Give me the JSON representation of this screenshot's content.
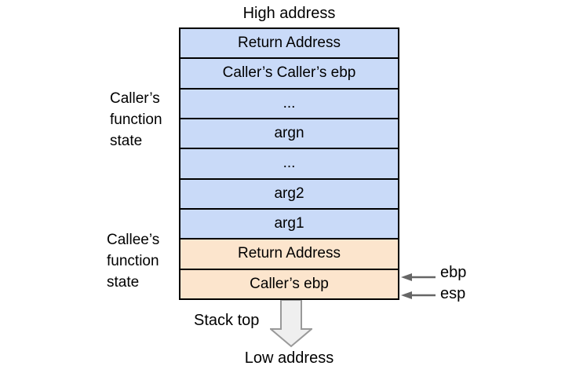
{
  "labels": {
    "high_address": "High address",
    "low_address": "Low address",
    "stack_top": "Stack top",
    "caller_state": "Caller’s\nfunction\nstate",
    "callee_state": "Callee’s\nfunction\nstate"
  },
  "stack": {
    "rows": [
      {
        "label": "Return Address",
        "group": "caller"
      },
      {
        "label": "Caller’s Caller’s ebp",
        "group": "caller"
      },
      {
        "label": "...",
        "group": "caller"
      },
      {
        "label": "argn",
        "group": "caller"
      },
      {
        "label": "...",
        "group": "caller"
      },
      {
        "label": "arg2",
        "group": "caller"
      },
      {
        "label": "arg1",
        "group": "caller"
      },
      {
        "label": "Return Address",
        "group": "callee"
      },
      {
        "label": "Caller’s ebp",
        "group": "callee"
      }
    ]
  },
  "registers": [
    {
      "label": "ebp"
    },
    {
      "label": "esp"
    }
  ],
  "colors": {
    "caller_fill": "#c9daf8",
    "callee_fill": "#fce5cd",
    "box_border": "#000000",
    "pointer_arrow": "#666666",
    "block_arrow_fill": "#efefef",
    "block_arrow_stroke": "#999999"
  }
}
